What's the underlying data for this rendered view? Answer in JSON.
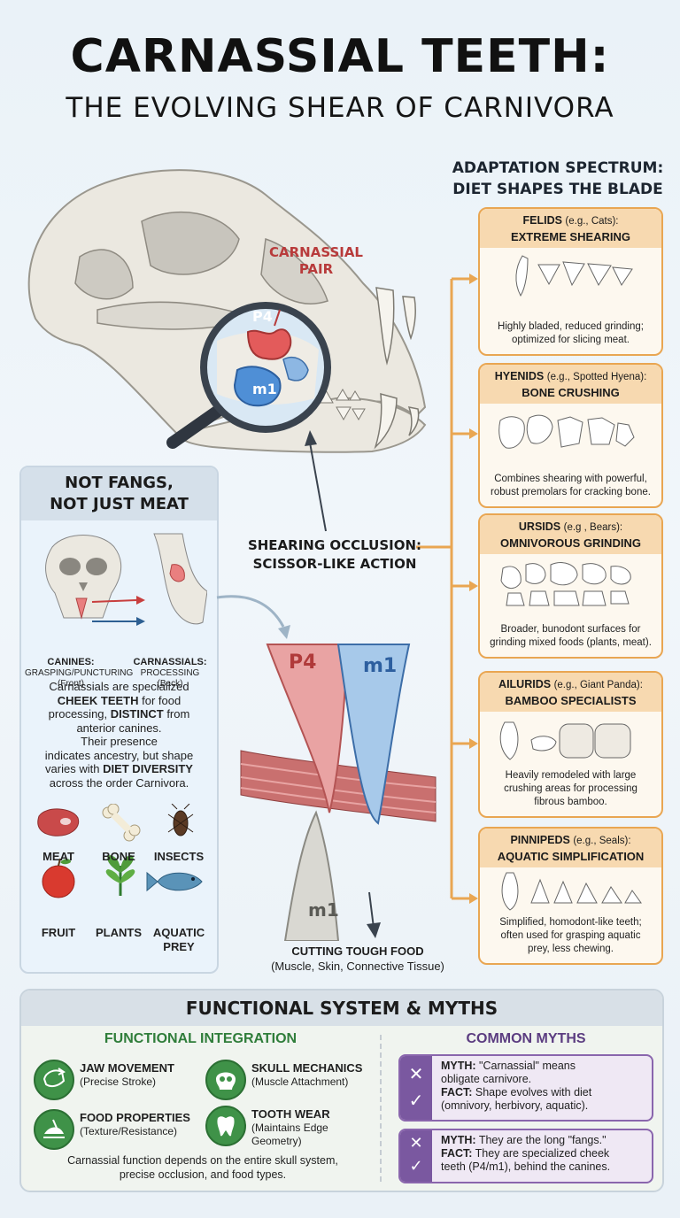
{
  "title": "CARNASSIAL TEETH:",
  "subtitle": "THE EVOLVING SHEAR OF CARNIVORA",
  "skull": {
    "callout_line1": "CARNASSIAL",
    "callout_line2": "PAIR",
    "p4_label": "P4",
    "m1_label": "m1"
  },
  "spectrum": {
    "title_line1": "ADAPTATION SPECTRUM:",
    "title_line2": "DIET SHAPES THE BLADE",
    "cards": [
      {
        "name": "FELIDS",
        "example": "(e.g., Cats):",
        "trait": "EXTREME SHEARING",
        "desc1": "Highly bladed, reduced grinding;",
        "desc2": "optimized for slicing meat.",
        "desc3": ""
      },
      {
        "name": "HYENIDS",
        "example": "(e.g., Spotted Hyena):",
        "trait": "BONE CRUSHING",
        "desc1": "Combines shearing with powerful,",
        "desc2": "robust premolars for cracking bone.",
        "desc3": ""
      },
      {
        "name": "URSIDS",
        "example": "(e.g , Bears):",
        "trait": "OMNIVOROUS GRINDING",
        "desc1": "Broader, bunodont surfaces for",
        "desc2": "grinding mixed foods (plants, meat).",
        "desc3": ""
      },
      {
        "name": "AILURIDS",
        "example": "(e.g., Giant Panda):",
        "trait": "BAMBOO SPECIALISTS",
        "desc1": "Heavily remodeled with large",
        "desc2": "crushing areas for processing",
        "desc3": "fibrous bamboo."
      },
      {
        "name": "PINNIPEDS",
        "example": "(e.g., Seals):",
        "trait": "AQUATIC SIMPLIFICATION",
        "desc1": "Simplified, homodont-like teeth;",
        "desc2": "often used for grasping aquatic",
        "desc3": "prey, less chewing."
      }
    ]
  },
  "left_panel": {
    "head_line1": "NOT FANGS,",
    "head_line2": "NOT JUST MEAT",
    "canines_title": "CANINES:",
    "canines_sub": "GRASPING/PUNCTURING",
    "canines_pos": "(Front)",
    "carn_title": "CARNASSIALS:",
    "carn_sub": "PROCESSING",
    "carn_pos": "(Back)",
    "para": {
      "l1": "Carnassials are specialized",
      "l2a": "CHEEK TEETH",
      "l2b": " for food",
      "l3a": "processing, ",
      "l3b": "DISTINCT",
      "l3c": " from",
      "l4": "anterior canines.",
      "l5": "Their presence",
      "l6": "indicates ancestry, but shape",
      "l7a": "varies with ",
      "l7b": "DIET DIVERSITY",
      "l8": "across the order Carnivora."
    },
    "diets": [
      "MEAT",
      "BONE",
      "INSECTS",
      "FRUIT",
      "PLANTS",
      "AQUATIC",
      "PREY"
    ]
  },
  "occlusion": {
    "line1": "SHEARING OCCLUSION:",
    "line2": "SCISSOR-LIKE ACTION",
    "p4": "P4",
    "m1_top": "m1",
    "m1_bottom": "m1",
    "cut_title": "CUTTING TOUGH FOOD",
    "cut_sub": "(Muscle, Skin, Connective Tissue)"
  },
  "bottom": {
    "title": "FUNCTIONAL SYSTEM & MYTHS",
    "fi_title": "FUNCTIONAL INTEGRATION",
    "items": [
      {
        "title": "JAW MOVEMENT",
        "sub1": "(Precise Stroke)",
        "sub2": ""
      },
      {
        "title": "SKULL MECHANICS",
        "sub1": "(Muscle Attachment)",
        "sub2": ""
      },
      {
        "title": "FOOD PROPERTIES",
        "sub1": "(Texture/Resistance)",
        "sub2": ""
      },
      {
        "title": "TOOTH WEAR",
        "sub1": "(Maintains Edge",
        "sub2": "Geometry)"
      }
    ],
    "foot1": "Carnassial function depends on the entire skull system,",
    "foot2": "precise occlusion, and food types.",
    "cm_title": "COMMON MYTHS",
    "myths": [
      {
        "myth_label": "MYTH:",
        "myth": " \"Carnassial\" means",
        "myth2": "obligate carnivore.",
        "fact_label": "FACT:",
        "fact": " Shape evolves with diet",
        "fact2": "(omnivory, herbivory, aquatic)."
      },
      {
        "myth_label": "MYTH:",
        "myth": " They are the long \"fangs.\"",
        "myth2": "",
        "fact_label": "FACT:",
        "fact": " They are specialized cheek",
        "fact2": "teeth (P4/m1), behind the canines."
      }
    ]
  },
  "colors": {
    "p4": "#e35b5b",
    "m1": "#4f8fd6",
    "accent": "#e9a652",
    "green": "#3f9248",
    "purple": "#7a58a0"
  }
}
